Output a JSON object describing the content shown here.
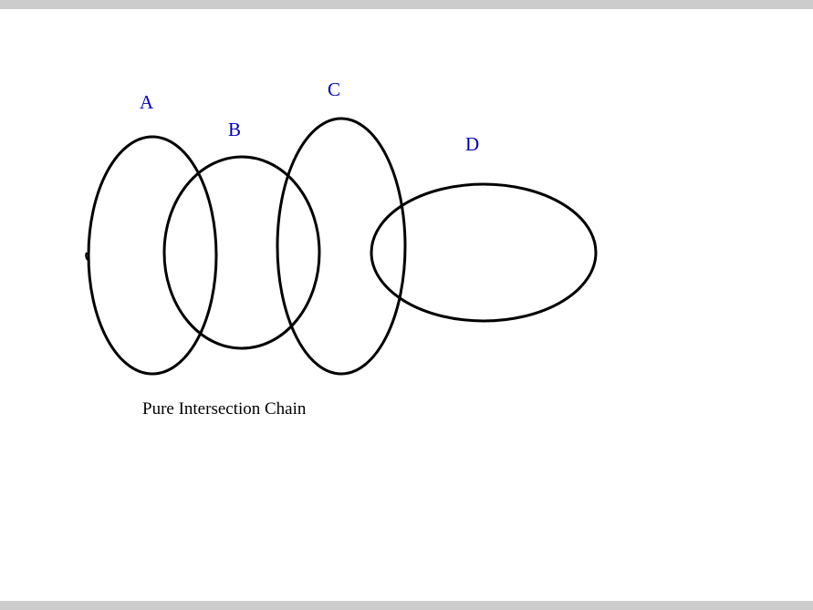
{
  "diagram": {
    "caption": "Pure Intersection Chain",
    "sets": [
      {
        "label": "A"
      },
      {
        "label": "B"
      },
      {
        "label": "C"
      },
      {
        "label": "D"
      }
    ],
    "colors": {
      "label_text": "#0000bb",
      "ellipse_stroke": "#000000",
      "background": "#ffffff",
      "frame_bars": "#cccccc"
    }
  }
}
